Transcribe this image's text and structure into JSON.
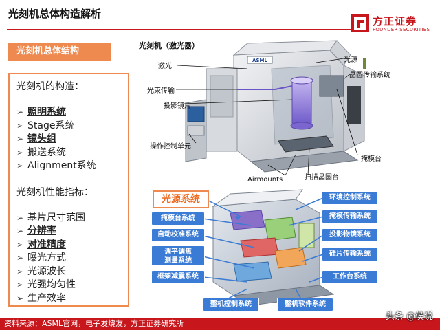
{
  "header": {
    "title": "光刻机总体构造解析",
    "logo_cn": "方正证券",
    "logo_en": "FOUNDER SECURITIES",
    "brand_color": "#c8161d"
  },
  "section_tag": "光刻机总体结构",
  "panel": {
    "construction_heading": "光刻机的构造：",
    "construction_items": [
      "照明系统",
      "Stage系统",
      "镜头组",
      "搬送系统",
      "Alignment系统"
    ],
    "performance_heading": "光刻机性能指标：",
    "performance_items": [
      "基片尺寸范围",
      "分辨率",
      "对准精度",
      "曝光方式",
      "光源波长",
      "光强均匀性",
      "生产效率"
    ],
    "bullet_icon": "arrow-right-icon",
    "accent_color": "#ee8a50"
  },
  "figure_top": {
    "caption": "光刻机（激光器）",
    "machine_brand": "ASML",
    "labels": {
      "laser": "激光",
      "light_source": "光源",
      "wafer_transport": "晶圆传输系统",
      "beam_transport": "光束传输",
      "projection_lens": "投影镜片",
      "control_unit": "操作控制单元",
      "reticle_stage": "掩模台",
      "airmounts": "Airmounts",
      "wafer_stage": "扫描晶圆台"
    }
  },
  "figure_bottom": {
    "title": "光源系统",
    "left_boxes": [
      "掩模台系统",
      "自动校准系统",
      "调平调焦\n测量系统",
      "框架减震系统"
    ],
    "right_boxes": [
      "环境控制系统",
      "掩模传输系统",
      "投影物镜系统",
      "硅片传输系统",
      "工作台系统"
    ],
    "bottom_boxes": [
      "整机控制系统",
      "整机软件系统"
    ],
    "box_color": "#3a7bd5"
  },
  "footer": {
    "source": "资料来源：ASML官网，电子发烧友，方正证券研究所",
    "watermark": "头条 @侯说"
  }
}
